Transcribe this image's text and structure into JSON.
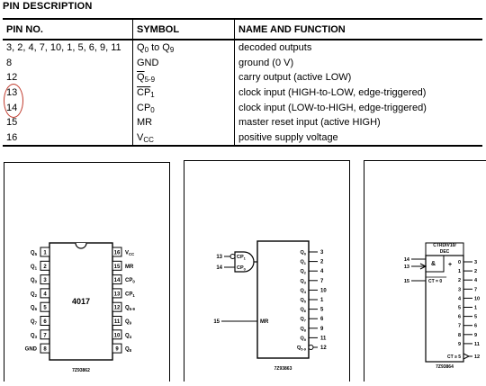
{
  "title": "PIN DESCRIPTION",
  "headers": [
    "PIN NO.",
    "SYMBOL",
    "NAME AND FUNCTION"
  ],
  "rows": [
    {
      "pin": "3, 2, 4, 7, 10, 1, 5, 6, 9, 11",
      "symbol_html": "Q<sub>0</sub> to Q<sub>9</sub>",
      "func": "decoded outputs"
    },
    {
      "pin": "8",
      "symbol_html": "GND",
      "func": "ground (0 V)"
    },
    {
      "pin": "12",
      "symbol_html": "<span class=\"ovl\">Q</span><sub>5-9</sub>",
      "func": "carry output (active LOW)"
    },
    {
      "pin": "13",
      "symbol_html": "<span class=\"ovl\">CP</span><sub>1</sub>",
      "func": "clock input (HIGH-to-LOW, edge-triggered)"
    },
    {
      "pin": "14",
      "symbol_html": "CP<sub>0</sub>",
      "func": "clock input (LOW-to-HIGH, edge-triggered)"
    },
    {
      "pin": "15",
      "symbol_html": "MR",
      "func": "master reset input (active HIGH)"
    },
    {
      "pin": "16",
      "symbol_html": "V<sub>CC</sub>",
      "func": "positive supply voltage"
    }
  ],
  "pinout": {
    "chip": "4017",
    "left": [
      {
        "n": "1",
        "label": "Q5"
      },
      {
        "n": "2",
        "label": "Q1"
      },
      {
        "n": "3",
        "label": "Q0"
      },
      {
        "n": "4",
        "label": "Q2"
      },
      {
        "n": "5",
        "label": "Q6"
      },
      {
        "n": "6",
        "label": "Q7"
      },
      {
        "n": "7",
        "label": "Q3"
      },
      {
        "n": "8",
        "label": "GND"
      }
    ],
    "right": [
      {
        "n": "16",
        "label": "VCC"
      },
      {
        "n": "15",
        "label": "MR"
      },
      {
        "n": "14",
        "label": "CP0"
      },
      {
        "n": "13",
        "label": "CP1"
      },
      {
        "n": "12",
        "label": "Q5-9"
      },
      {
        "n": "11",
        "label": "Q9"
      },
      {
        "n": "10",
        "label": "Q4"
      },
      {
        "n": "9",
        "label": "Q8"
      }
    ],
    "code": "7Z93862"
  },
  "logic": {
    "inputs": [
      {
        "n": "13",
        "label": "CP1"
      },
      {
        "n": "14",
        "label": "CP0"
      },
      {
        "n": "15",
        "label": "MR"
      }
    ],
    "outputs": [
      {
        "label": "Q0",
        "n": "3"
      },
      {
        "label": "Q1",
        "n": "2"
      },
      {
        "label": "Q2",
        "n": "4"
      },
      {
        "label": "Q3",
        "n": "7"
      },
      {
        "label": "Q4",
        "n": "10"
      },
      {
        "label": "Q5",
        "n": "1"
      },
      {
        "label": "Q6",
        "n": "5"
      },
      {
        "label": "Q7",
        "n": "6"
      },
      {
        "label": "Q8",
        "n": "9"
      },
      {
        "label": "Q9",
        "n": "11"
      },
      {
        "label": "Q5-9",
        "n": "12"
      }
    ],
    "code": "7Z93863"
  },
  "iec": {
    "header1": "CTRDIV10/",
    "header2": "DEC",
    "amp": "&",
    "plus": "+",
    "ct0": "CT = 0",
    "ct5": "CT ≥ 5",
    "inputs": [
      "14",
      "13",
      "15"
    ],
    "outputs": [
      {
        "d": "0",
        "n": "3"
      },
      {
        "d": "1",
        "n": "2"
      },
      {
        "d": "2",
        "n": "4"
      },
      {
        "d": "3",
        "n": "7"
      },
      {
        "d": "4",
        "n": "10"
      },
      {
        "d": "5",
        "n": "1"
      },
      {
        "d": "6",
        "n": "5"
      },
      {
        "d": "7",
        "n": "6"
      },
      {
        "d": "8",
        "n": "9"
      },
      {
        "d": "9",
        "n": "11"
      }
    ],
    "carry_n": "12",
    "code": "7Z93864"
  }
}
